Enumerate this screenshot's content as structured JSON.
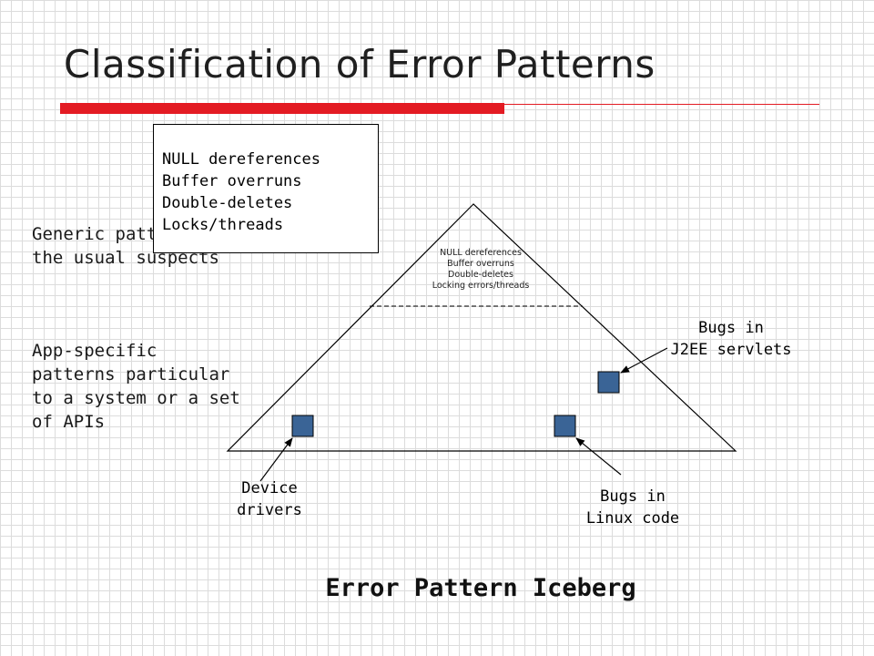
{
  "title": "Classification of Error Patterns",
  "callout": {
    "lines": [
      "NULL dereferences",
      "Buffer overruns",
      "Double-deletes",
      "Locks/threads"
    ]
  },
  "left_text": {
    "generic": "Generic patterns =\nthe usual suspects",
    "app_specific": "App-specific\npatterns particular\nto a system or a set\nof APIs"
  },
  "iceberg": {
    "tip_items": [
      "NULL dereferences",
      "Buffer overruns",
      "Double-deletes",
      "Locking errors/threads"
    ],
    "labels": {
      "j2ee": "Bugs in\nJ2EE servlets",
      "device_drivers": "Device\ndrivers",
      "linux": "Bugs in\nLinux code"
    },
    "marker_color": "#3a6496"
  },
  "caption": "Error Pattern Iceberg",
  "colors": {
    "accent": "#e31b23",
    "grid": "#dcdcdc"
  }
}
